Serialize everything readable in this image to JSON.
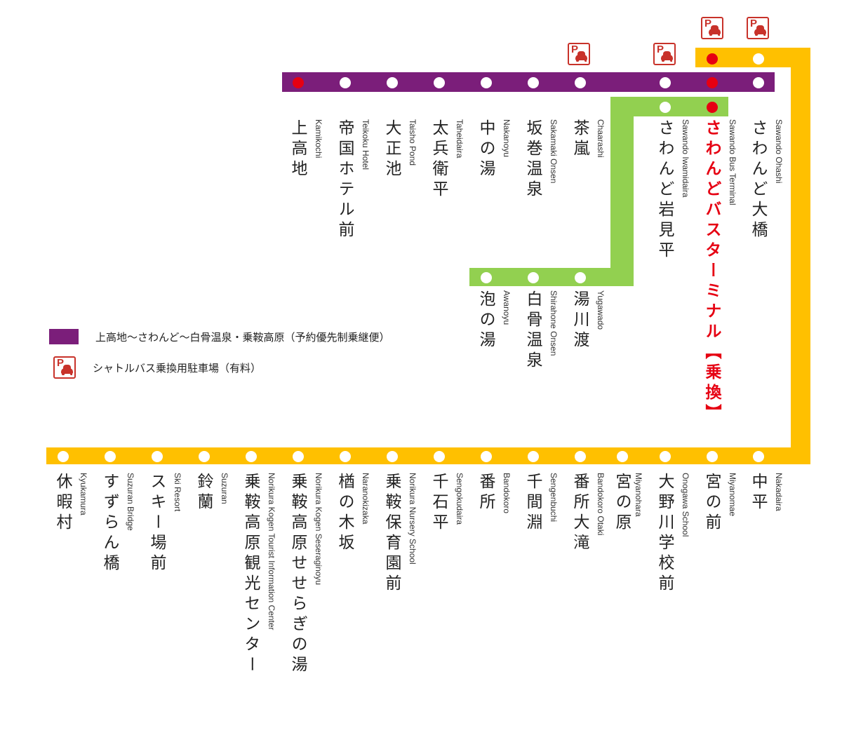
{
  "colors": {
    "purple": "#7b1e7a",
    "green": "#92d050",
    "orange": "#ffc000",
    "transfer": "#e60012",
    "parking": "#c8322a"
  },
  "legend": {
    "reserved_route": "上高地〜さわんど〜白骨温泉・乗鞍高原（予約優先制乗継便）",
    "parking": "シャトルバス乗換用駐車場（有料）",
    "parking_letter": "P"
  },
  "stops": {
    "top": [
      {
        "id": "kamikochi",
        "ja": "上高地",
        "en": "Kamikochi",
        "transfer": true
      },
      {
        "id": "teikoku",
        "ja": "帝国ホテル前",
        "en": "Teikoku Hotel"
      },
      {
        "id": "taisho",
        "ja": "大正池",
        "en": "Taisho Pond"
      },
      {
        "id": "taheidaira",
        "ja": "太兵衛平",
        "en": "Taheidaira"
      },
      {
        "id": "nakanoyu",
        "ja": "中の湯",
        "en": "Nakanoyu"
      },
      {
        "id": "sakamaki",
        "ja": "坂巻温泉",
        "en": "Sakamaki Onsen"
      },
      {
        "id": "chaarashi",
        "ja": "茶嵐",
        "en": "Chaarashi",
        "parking": true
      },
      {
        "id": "iwamidaira",
        "ja": "さわんど岩見平",
        "en": "Sawando Iwamidaira",
        "parking": true
      },
      {
        "id": "terminal",
        "ja": "さわんどバスターミナル【乗換】",
        "en": "Sawando Bus Terminal",
        "transfer": true,
        "highlight": true,
        "parking": true
      },
      {
        "id": "ohashi",
        "ja": "さわんど大橋",
        "en": "Sawando Ohashi",
        "parking": true
      }
    ],
    "shirahone": [
      {
        "id": "yugawado",
        "ja": "湯川渡",
        "en": "Yugawado"
      },
      {
        "id": "shirahone",
        "ja": "白骨温泉",
        "en": "Shirahone Onsen"
      },
      {
        "id": "awanoyu",
        "ja": "泡の湯",
        "en": "Awanoyu"
      }
    ],
    "bottom": [
      {
        "id": "nakadaira",
        "ja": "中平",
        "en": "Nakadaira"
      },
      {
        "id": "miyanomae",
        "ja": "宮の前",
        "en": "Miyanomae"
      },
      {
        "id": "onogawa",
        "ja": "大野川学校前",
        "en": "Onogawa School"
      },
      {
        "id": "miyanohara",
        "ja": "宮の原",
        "en": "Miyanohara"
      },
      {
        "id": "bandokoro_otaki",
        "ja": "番所大滝",
        "en": "Bandokoro Otaki"
      },
      {
        "id": "sengenbuchi",
        "ja": "千間淵",
        "en": "Sengenbuchi"
      },
      {
        "id": "bandokoro",
        "ja": "番所",
        "en": "Bandokoro"
      },
      {
        "id": "sengokudaira",
        "ja": "千石平",
        "en": "Sengokudaira"
      },
      {
        "id": "nursery",
        "ja": "乗鞍保育園前",
        "en": "Norikura Nursery School"
      },
      {
        "id": "naranokizaka",
        "ja": "楢の木坂",
        "en": "Naranokizaka"
      },
      {
        "id": "seseraginoyu",
        "ja": "乗鞍高原せせらぎの湯",
        "en": "Norikura Kogen Seseraginoyu"
      },
      {
        "id": "tourist_center",
        "ja": "乗鞍高原観光センター",
        "en": "Norikura Kogen Tourist Information Center"
      },
      {
        "id": "suzuran",
        "ja": "鈴蘭",
        "en": "Suzuran"
      },
      {
        "id": "ski_resort",
        "ja": "スキー場前",
        "en": "Ski Resort"
      },
      {
        "id": "suzuran_bridge",
        "ja": "すずらん橋",
        "en": "Suzuran Bridge"
      },
      {
        "id": "kyukamura",
        "ja": "休暇村",
        "en": "Kyukamura"
      }
    ]
  }
}
